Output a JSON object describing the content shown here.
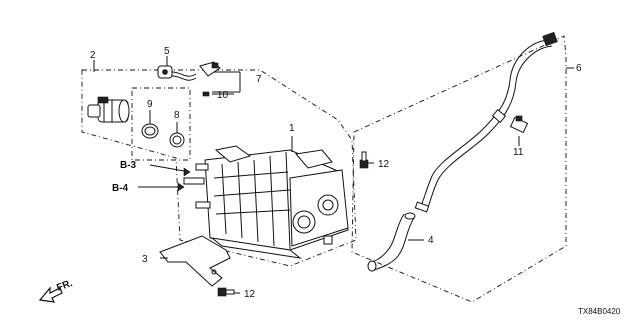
{
  "callouts": {
    "c1": "1",
    "c2": "2",
    "c3": "3",
    "c4": "4",
    "c5": "5",
    "c6": "6",
    "c7": "7",
    "c8": "8",
    "c9": "9",
    "c10": "10",
    "c11": "11",
    "c12a": "12",
    "c12b": "12"
  },
  "refs": {
    "b3": "B-3",
    "b4": "B-4"
  },
  "direction": {
    "label": "FR."
  },
  "diagram_code": "TX84B0420"
}
